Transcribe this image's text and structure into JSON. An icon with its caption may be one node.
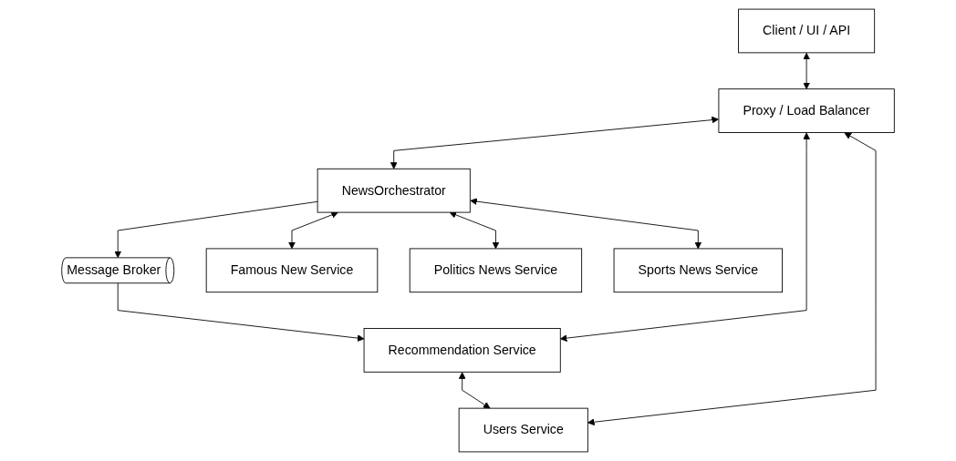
{
  "diagram": {
    "nodes": [
      {
        "text": [
          "Client / UI / API"
        ]
      },
      {
        "text": [
          "Proxy / Load Balancer"
        ]
      },
      {
        "text": [
          "NewsOrchestrator"
        ]
      },
      {
        "text": [
          "Message Broker"
        ]
      },
      {
        "text": [
          "Recommendation Service"
        ]
      },
      {
        "text": [
          "Users Service"
        ]
      },
      {
        "text": [
          "Famous New Service"
        ]
      },
      {
        "text": [
          "Politics News Service"
        ]
      },
      {
        "text": [
          "Sports News Service"
        ]
      }
    ],
    "edges": [
      {
        "from": 0,
        "to": 1,
        "arrow": "both"
      },
      {
        "from": 1,
        "to": 2,
        "arrow": "both"
      },
      {
        "from": 1,
        "to": 4,
        "arrow": "both"
      },
      {
        "from": 1,
        "to": 5,
        "arrow": "both"
      },
      {
        "from": 2,
        "to": 3,
        "arrow": "to"
      },
      {
        "from": 3,
        "to": 4,
        "arrow": "to"
      },
      {
        "from": 4,
        "to": 5,
        "arrow": "both"
      },
      {
        "from": 2,
        "to": 6,
        "arrow": "both"
      },
      {
        "from": 2,
        "to": 7,
        "arrow": "both"
      },
      {
        "from": 2,
        "to": 8,
        "arrow": "both"
      }
    ]
  }
}
